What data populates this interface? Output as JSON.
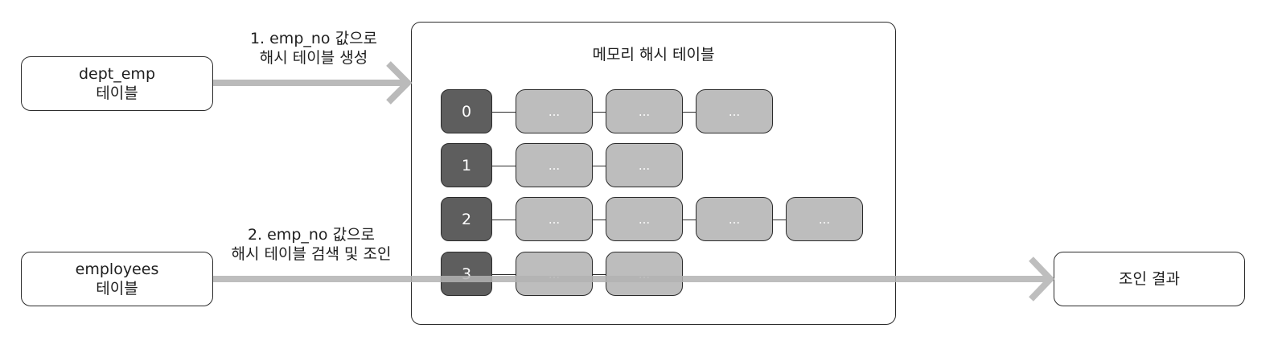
{
  "source_box": {
    "line1": "dept_emp",
    "line2": "테이블"
  },
  "probe_box": {
    "line1": "employees",
    "line2": "테이블"
  },
  "result_box": {
    "label": "조인 결과"
  },
  "hash_table": {
    "title": "메모리 해시 테이블",
    "buckets": [
      {
        "index": "0",
        "entries": [
          "...",
          "...",
          "..."
        ]
      },
      {
        "index": "1",
        "entries": [
          "...",
          "..."
        ]
      },
      {
        "index": "2",
        "entries": [
          "...",
          "...",
          "...",
          "..."
        ]
      },
      {
        "index": "3",
        "entries": [
          "...",
          "..."
        ]
      }
    ]
  },
  "step1": {
    "line1": "1. emp_no 값으로",
    "line2": "해시 테이블 생성"
  },
  "step2": {
    "line1": "2. emp_no 값으로",
    "line2": "해시 테이블 검색 및 조인"
  },
  "colors": {
    "arrow": "#b3b3b3",
    "index_fill": "#5e5e5e",
    "entry_fill": "#bdbdbd",
    "border": "#2b2b2b"
  }
}
